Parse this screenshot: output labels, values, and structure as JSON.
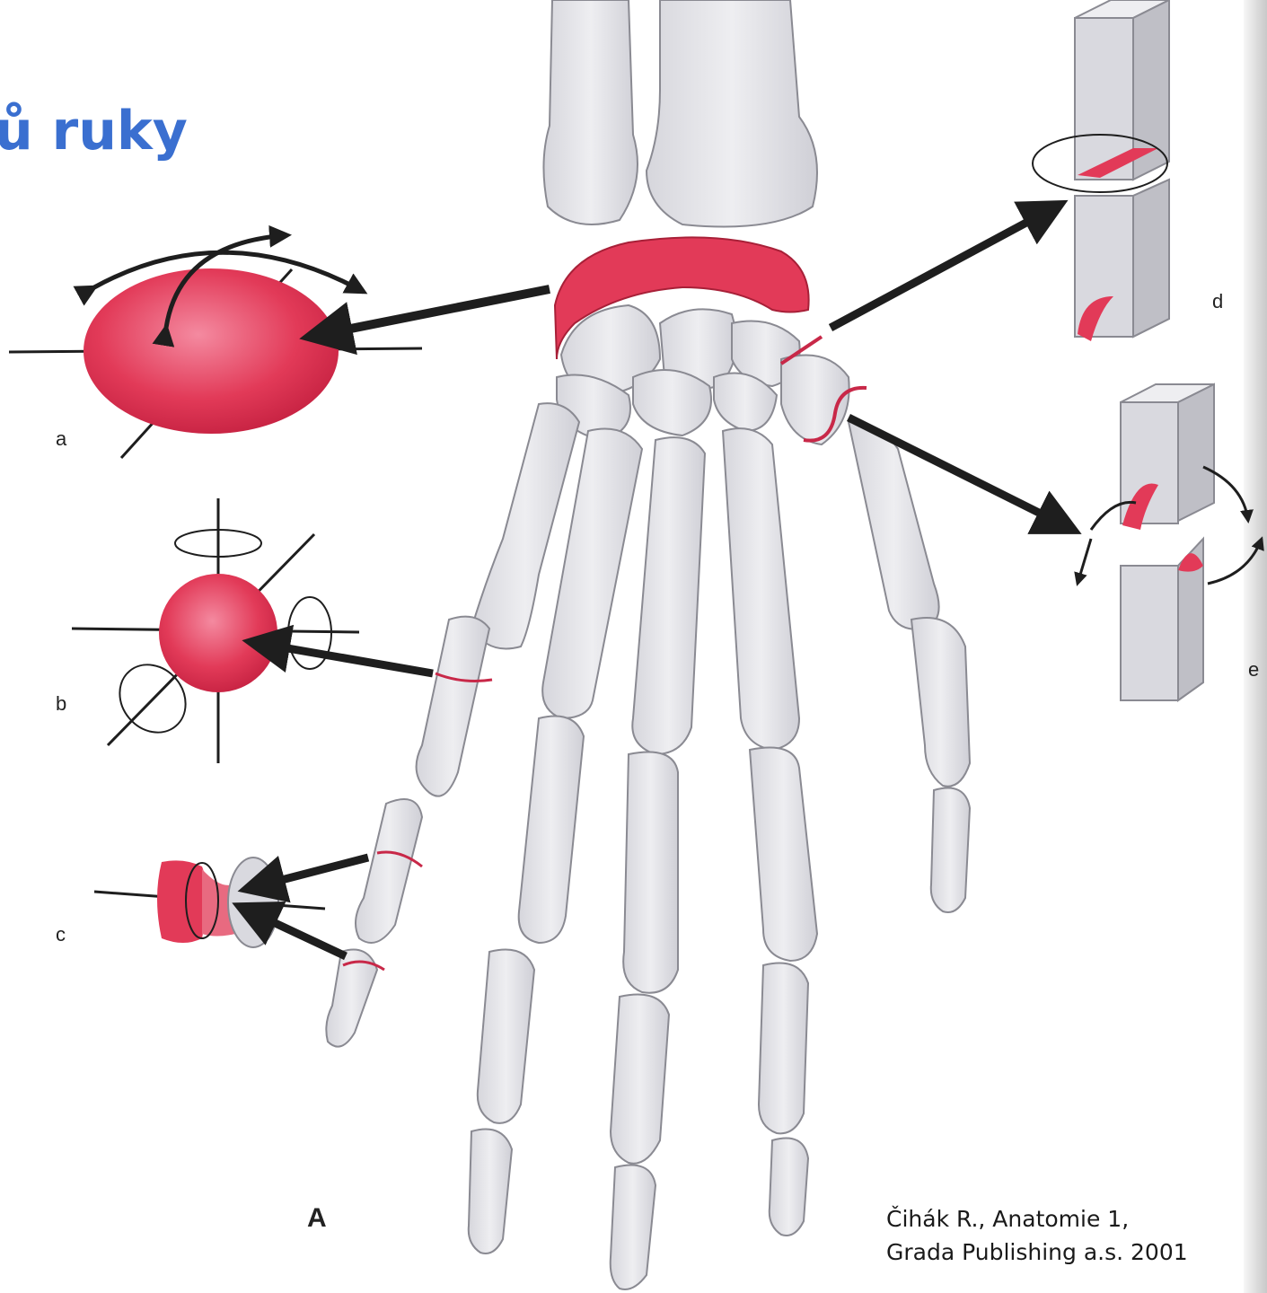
{
  "title": {
    "text": "ů ruky",
    "color": "#3a6fd0"
  },
  "labels": {
    "a": "a",
    "b": "b",
    "c": "c",
    "d": "d",
    "e": "e",
    "figure": "A"
  },
  "citation": {
    "line1": "Čihák R., Anatomie 1,",
    "line2": "Grada Publishing a.s. 2001"
  },
  "colors": {
    "bone": "#e6e6ea",
    "bone_outline": "#8a8a92",
    "joint_red": "#e23a58",
    "joint_red_light": "#f06a80",
    "arrow": "#1e1e1e"
  }
}
